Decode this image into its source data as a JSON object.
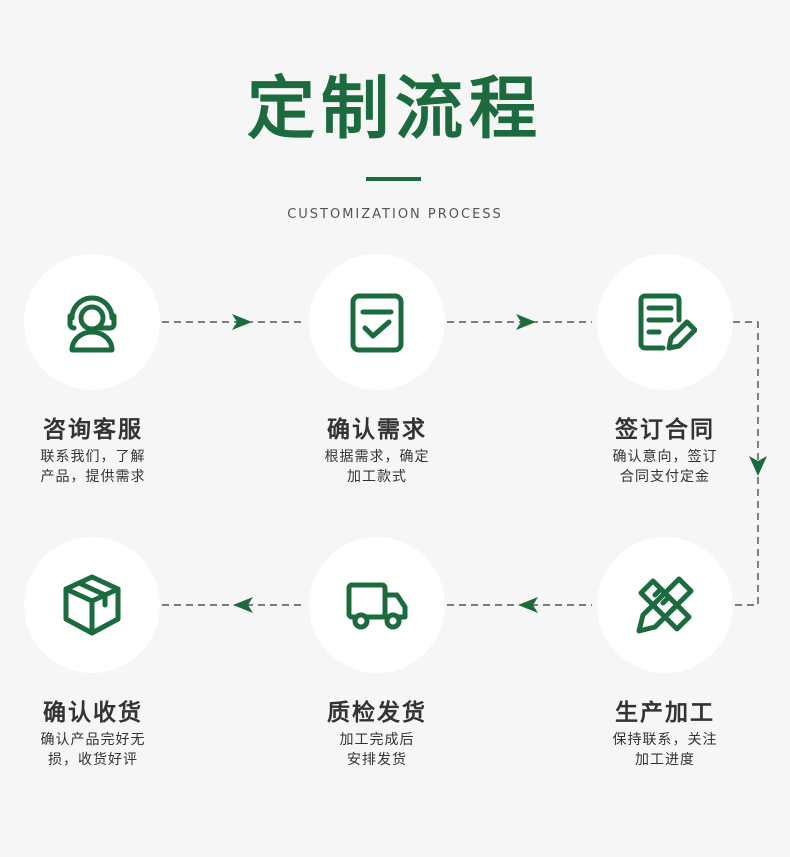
{
  "header": {
    "title": "定制流程",
    "subtitle": "CUSTOMIZATION PROCESS"
  },
  "steps": [
    {
      "title": "咨询客服",
      "desc_line1": "联系我们，了解",
      "desc_line2": "产品，提供需求",
      "icon": "customer-service-icon"
    },
    {
      "title": "确认需求",
      "desc_line1": "根据需求，确定",
      "desc_line2": "加工款式",
      "icon": "checklist-icon"
    },
    {
      "title": "签订合同",
      "desc_line1": "确认意向，签订",
      "desc_line2": "合同支付定金",
      "icon": "contract-edit-icon"
    },
    {
      "title": "生产加工",
      "desc_line1": "保持联系，关注",
      "desc_line2": "加工进度",
      "icon": "ruler-pencil-icon"
    },
    {
      "title": "质检发货",
      "desc_line1": "加工完成后",
      "desc_line2": "安排发货",
      "icon": "delivery-truck-icon"
    },
    {
      "title": "确认收货",
      "desc_line1": "确认产品完好无",
      "desc_line2": "损，收货好评",
      "icon": "package-box-icon"
    }
  ],
  "colors": {
    "accent": "#1c6b3e",
    "circle": "#ffffff",
    "background": "#f6f6f6",
    "text": "#333333"
  }
}
